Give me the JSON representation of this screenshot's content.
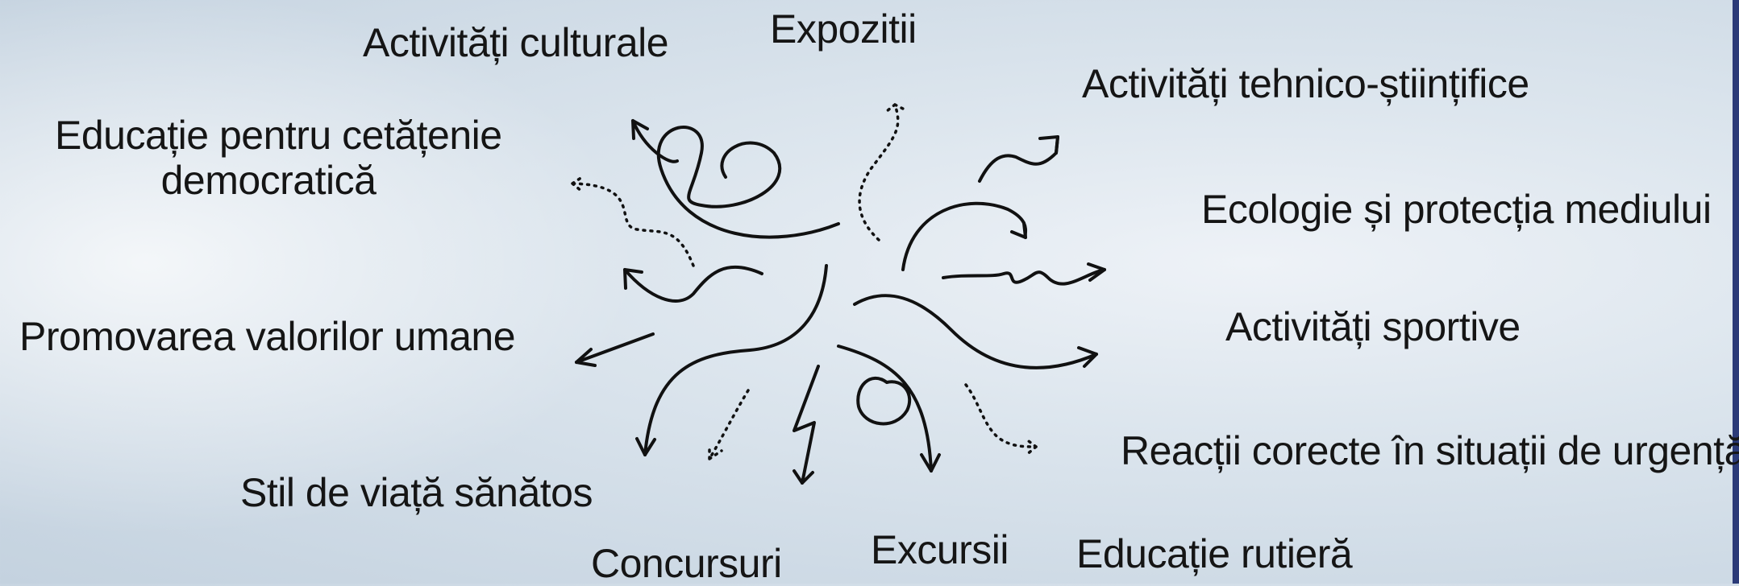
{
  "labels": {
    "activitati_culturale": "Activități culturale",
    "expozitii": "Expozitii",
    "tehnico_stiintifice": "Activități tehnico-științifice",
    "cetatenie_line1": "Educație pentru cetățenie",
    "cetatenie_line2": "democratică",
    "ecologie": "Ecologie și protecția mediului",
    "promovarea": "Promovarea valorilor umane",
    "sportive": "Activități sportive",
    "urgenta": "Reacții corecte în situații de urgență",
    "stil_viata": "Stil de viață sănătos",
    "concursuri": "Concursuri",
    "excursii": "Excursii",
    "rutiera": "Educație rutieră"
  },
  "colors": {
    "text": "#151515",
    "arrow": "#111111",
    "edge": "#2b3a78"
  }
}
